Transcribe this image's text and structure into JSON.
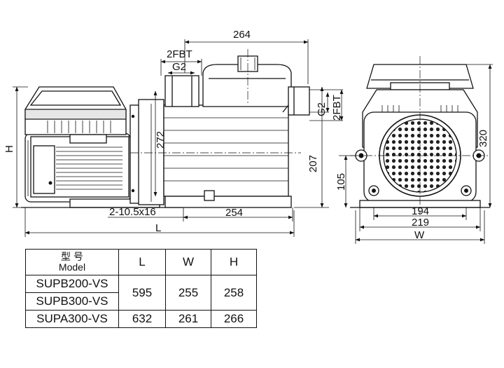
{
  "dimensions": {
    "top_264": "264",
    "fbt_2": "2FBT",
    "g_2": "G2",
    "d_272": "272",
    "d_207": "207",
    "d_105": "105",
    "d_320": "320",
    "g2_right": "G2",
    "fbt2_right": "2FBT",
    "h_label": "H",
    "l_label": "L",
    "w_label": "W",
    "holes": "2-10.5x16",
    "d_254": "254",
    "d_194": "194",
    "d_219": "219"
  },
  "table": {
    "header_cn": "型 号",
    "header_en": "Model",
    "col_l": "L",
    "col_w": "W",
    "col_h": "H",
    "rows": [
      {
        "model": "SUPB200-VS"
      },
      {
        "model": "SUPB300-VS"
      },
      {
        "model": "SUPA300-VS",
        "l": "632",
        "w": "261",
        "h": "266"
      }
    ],
    "merged": {
      "l": "595",
      "w": "255",
      "h": "258"
    }
  }
}
